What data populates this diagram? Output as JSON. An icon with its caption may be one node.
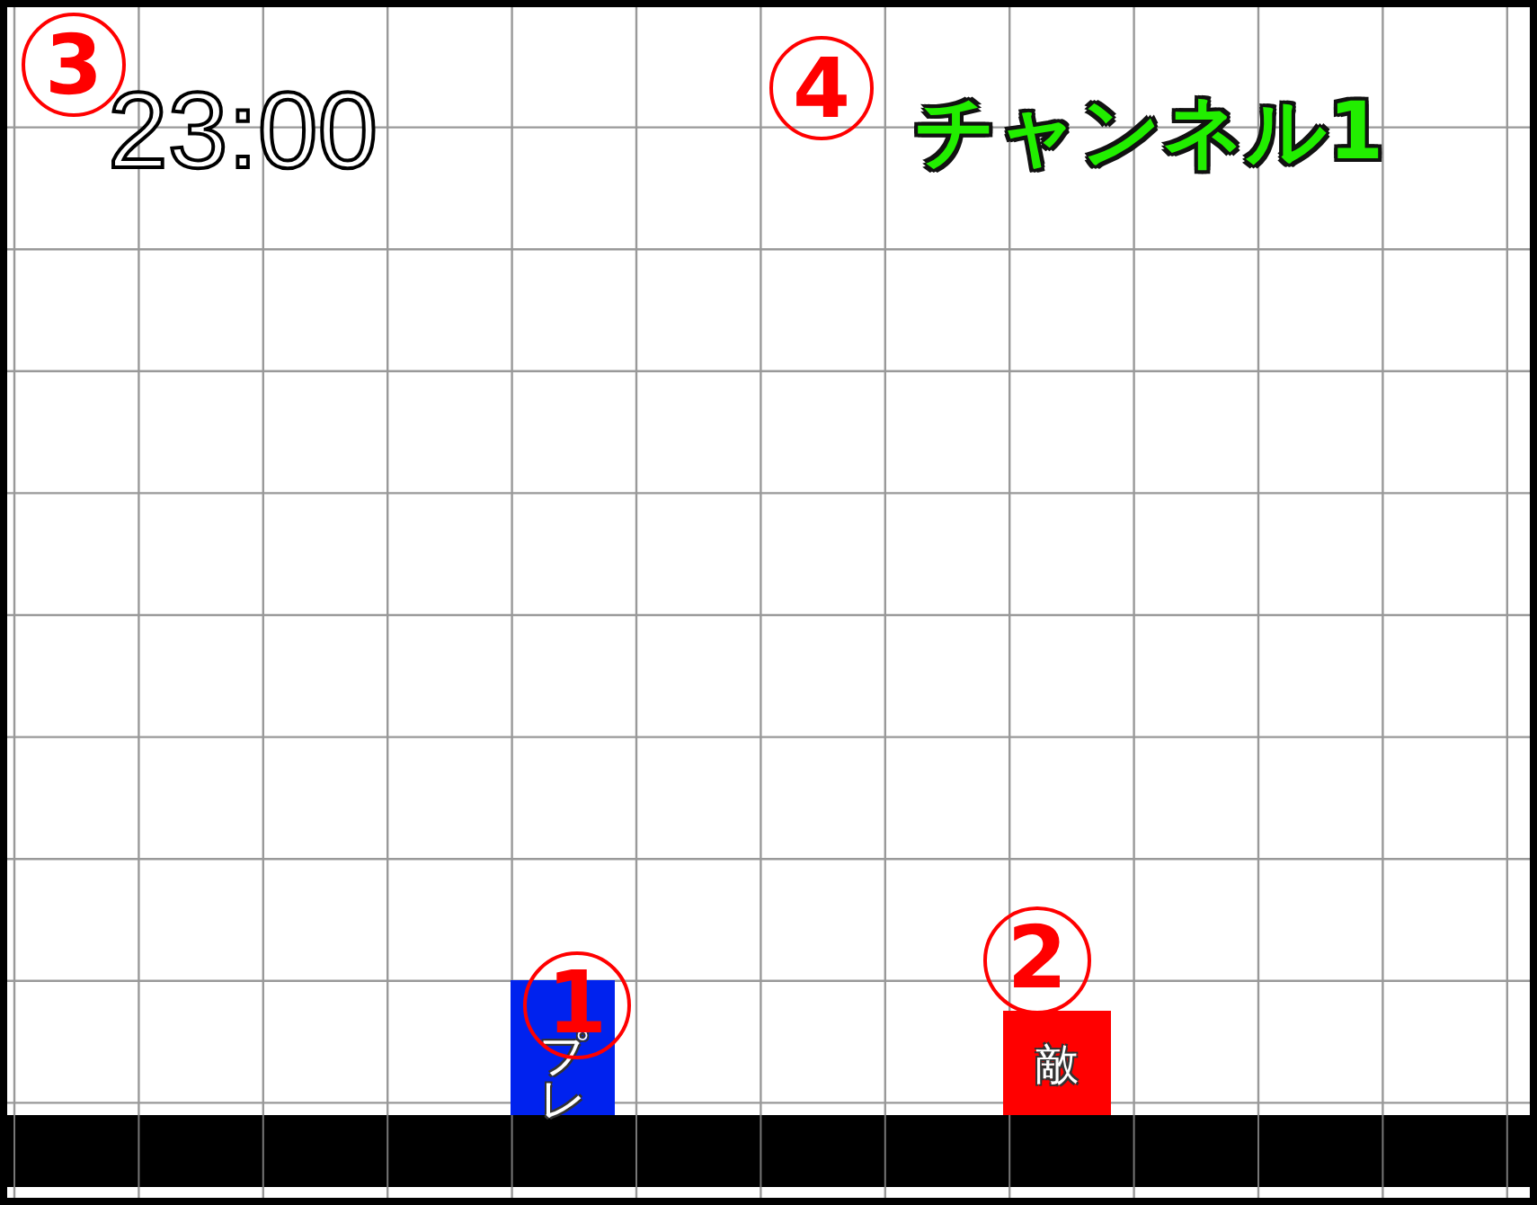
{
  "diagram": {
    "nodes": [
      {
        "text": [
          "プレ"
        ]
      },
      {
        "text": [
          "敵"
        ]
      }
    ],
    "labels": [
      "3",
      "23:00",
      "4",
      "チャンネル1",
      "1",
      "2"
    ]
  }
}
